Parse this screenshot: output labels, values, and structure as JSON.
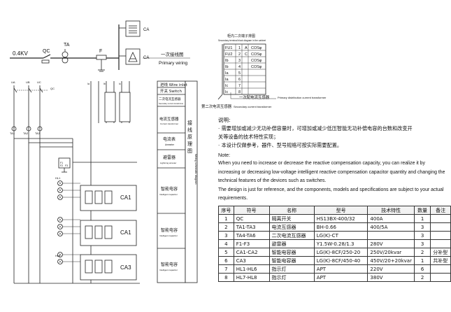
{
  "single_line": {
    "voltage": "0.4KV",
    "qc": "QC",
    "ta": "TA",
    "f": "F",
    "ca_top": "CA",
    "ca_bottom": "CA",
    "legend_cn": "一次接线图",
    "legend_en": "Primary wiring"
  },
  "terminal_table": {
    "title_cn": "柜内二次端子排图",
    "title_en": "Secondary terminal block diagram in the cabinet",
    "rows": [
      {
        "label": "FU1",
        "num": "1",
        "code": "A",
        "value": "COSφ"
      },
      {
        "label": "FU2",
        "num": "2",
        "code": "C",
        "value": "COSφ"
      },
      {
        "label": "Ib",
        "num": "3",
        "code": "",
        "value": "COSφ"
      },
      {
        "label": "Ib",
        "num": "4",
        "code": "",
        "value": "COSφ"
      },
      {
        "label": "Ia",
        "num": "5",
        "code": "",
        "value": ""
      },
      {
        "label": "Ia",
        "num": "6",
        "code": "",
        "value": ""
      },
      {
        "label": "Ic",
        "num": "7",
        "code": "",
        "value": ""
      },
      {
        "label": "Ic",
        "num": "8",
        "code": "",
        "value": ""
      }
    ],
    "primary_ct_cn": "一次配电流互感器",
    "primary_ct_en": "Primary distribution current transformer",
    "secondary_ct_cn": "第二次电流互感器",
    "secondary_ct_en": "Secondary current transformer"
  },
  "left_labels": {
    "bus": [
      "UA",
      "UB",
      "UC"
    ],
    "qc": "QC",
    "ta_labels": [
      "TA1",
      "TA2",
      "TA3"
    ],
    "f_labels": [
      "F1",
      "F2",
      "F3"
    ],
    "ct_cols": [
      "Ia",
      "Ib",
      "Ic"
    ],
    "hl1": "HL1",
    "hl8": "HL8",
    "ca1": "CA1",
    "ca1b": "CA1",
    "ca3": "CA3"
  },
  "side_panel": {
    "items": [
      {
        "cn": "进线 Wire inlet",
        "en": ""
      },
      {
        "cn": "开关 Switch",
        "en": ""
      },
      {
        "cn": "二次电流互感器",
        "en": "Secondary current transformer"
      },
      {
        "cn": "电流互感器",
        "en": "Current transformer"
      },
      {
        "cn": "电流表",
        "en": "Ammeter"
      },
      {
        "cn": "避雷器",
        "en": "Lightning arrester"
      },
      {
        "cn": "智能电容",
        "en": "Intelligent capacitor"
      },
      {
        "cn": "智能电容",
        "en": "Intelligent capacitor"
      },
      {
        "cn": "智能电容",
        "en": "Intelligent capacitor"
      }
    ],
    "vertical_cn": "接线原理图",
    "vertical_en": "Wiring schematic diagram"
  },
  "notes": {
    "heading": "说明:",
    "line1": "· 需要增加或减少无功补偿容量时，可增加或减少低压智能无功补偿电容的台数和改变开",
    "line2": "关等设备的技术特性实现；",
    "line3": "· 本设计仅做参考，器件、型号规格可按实际需要配置。",
    "note_en": "Note:",
    "para1": "When you need to increase or decrease the reactive compensation capacity, you can realize it by increasing or decreasing low-voltage intelligent reactive compensation capacitor quantity and changing the technical features of the devices such as switches.",
    "para2": "The design is just for reference, and the components, models and specifications are subject to your actual requirements."
  },
  "parts_table": {
    "headers": [
      "序号",
      "符号",
      "名称",
      "型号",
      "技术特性",
      "数量",
      "备注"
    ],
    "rows": [
      [
        "1",
        "QC",
        "隔离开关",
        "HS13BX-400/32",
        "400A",
        "1",
        ""
      ],
      [
        "2",
        "TA1-TA3",
        "电流互感器",
        "BH-0.66",
        "400/5A",
        "3",
        ""
      ],
      [
        "3",
        "TA4-TA6",
        "二次电流互感器",
        "LG(K)-CT",
        "",
        "3",
        ""
      ],
      [
        "4",
        "F1-F3",
        "避雷器",
        "Y1.5W-0.28/1.3",
        "280V",
        "3",
        ""
      ],
      [
        "5",
        "CA1-CA2",
        "智能电容器",
        "LG(K)-8CF/250-20",
        "250V/20kvar",
        "2",
        "分补型"
      ],
      [
        "6",
        "CA3",
        "智能电容器",
        "LG(K)-8CF/450-40",
        "450V/20+20kvar",
        "1",
        "共补型"
      ],
      [
        "7",
        "HL1-HL6",
        "指示灯",
        "APT",
        "220V",
        "6",
        ""
      ],
      [
        "8",
        "HL7-HL8",
        "指示灯",
        "APT",
        "380V",
        "2",
        ""
      ]
    ]
  }
}
